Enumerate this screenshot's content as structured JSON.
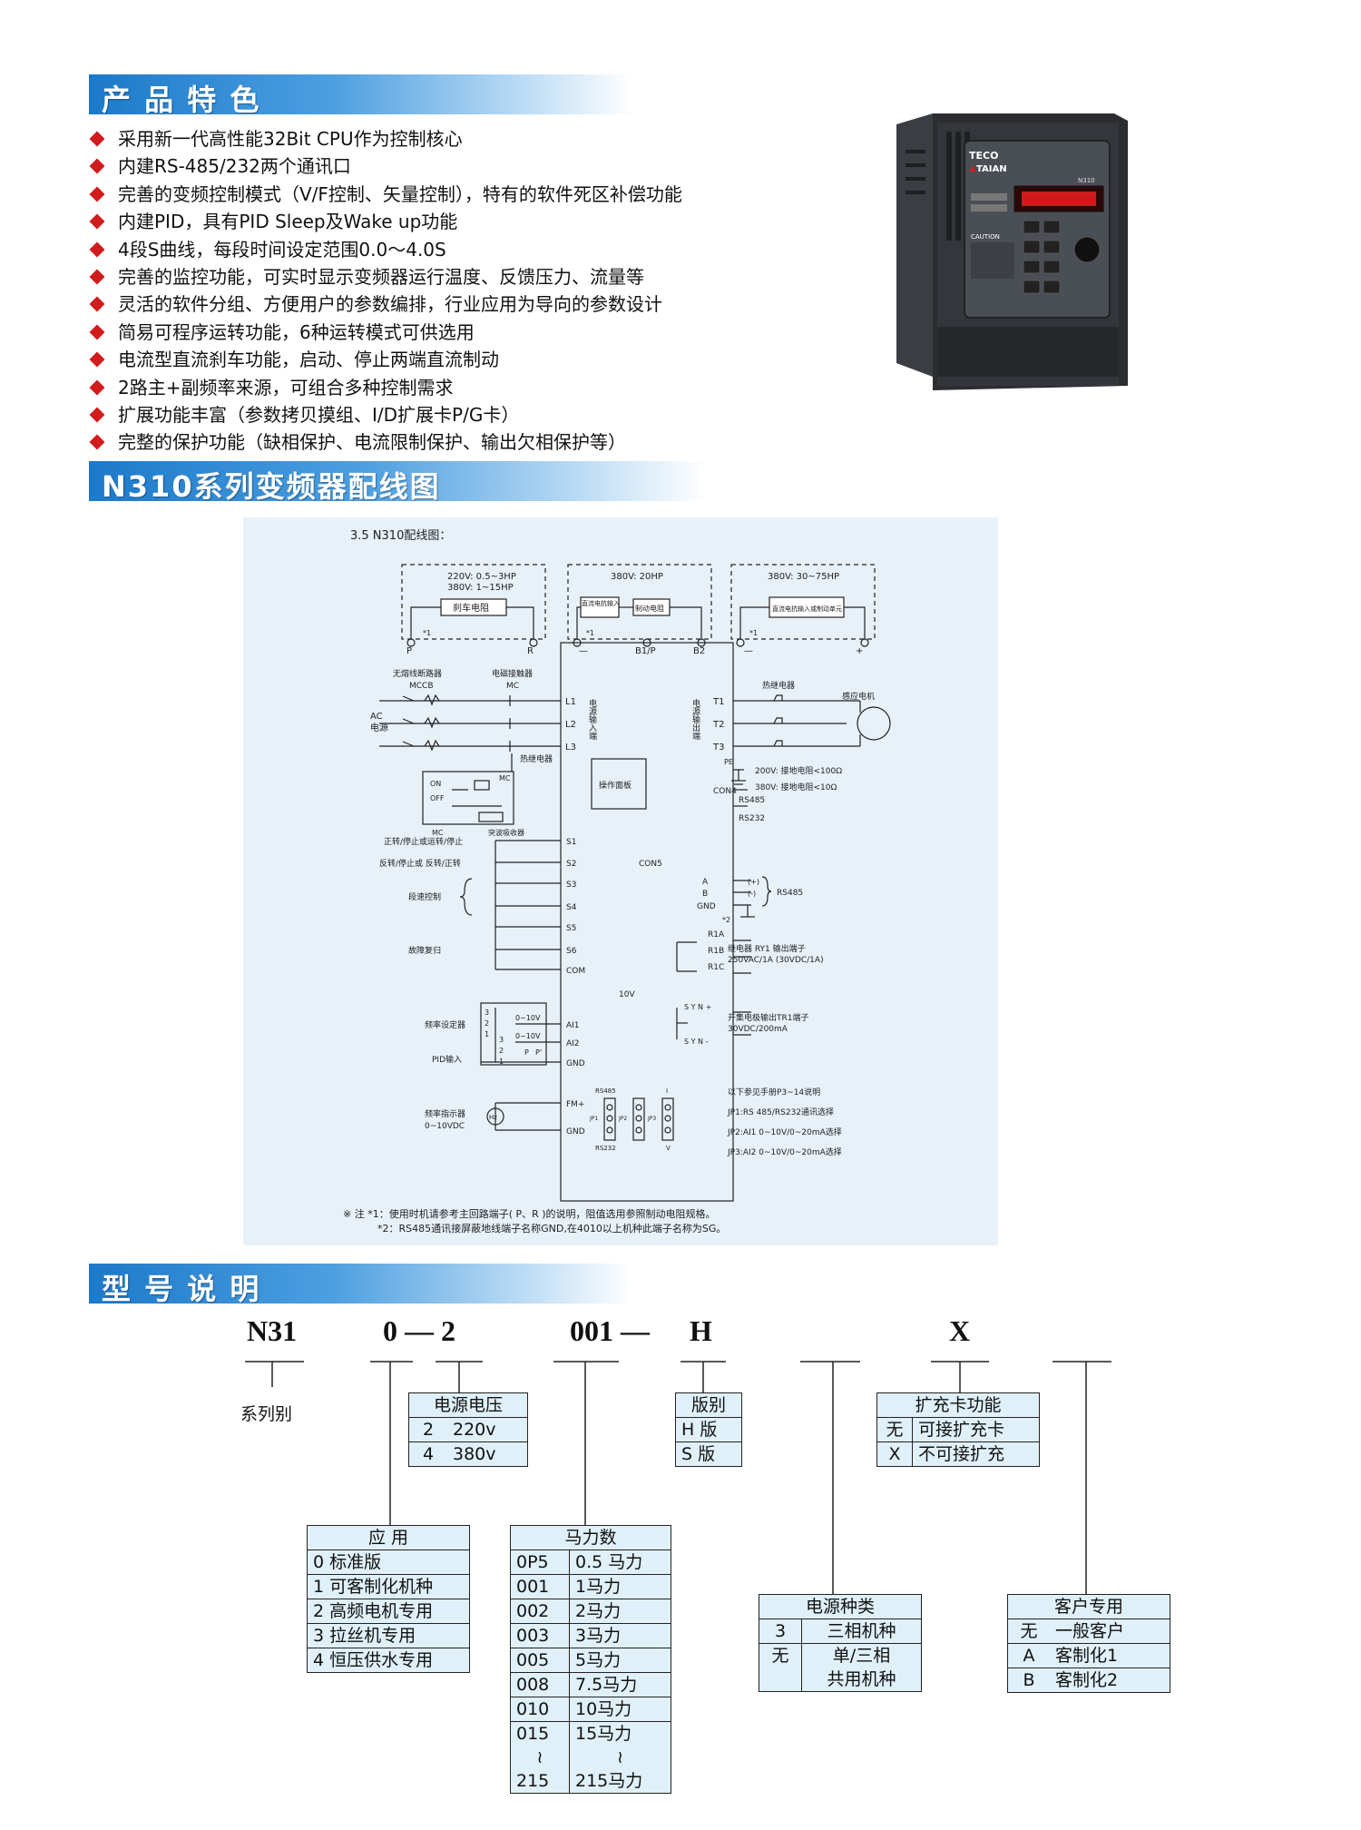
{
  "sections": {
    "features_title": "产 品 特 色",
    "wiring_title": "N310系列变频器配线图",
    "model_title": "型 号 说 明"
  },
  "features": [
    "采用新一代高性能32Bit CPU作为控制核心",
    "内建RS-485/232两个通讯口",
    "完善的变频控制模式（V/F控制、矢量控制），特有的软件死区补偿功能",
    "内建PID，具有PID Sleep及Wake up功能",
    "4段S曲线，每段时间设定范围0.0～4.0S",
    "完善的监控功能，可实时显示变频器运行温度、反馈压力、流量等",
    "灵活的软件分组、方便用户的参数编排，行业应用为导向的参数设计",
    "简易可程序运转功能，6种运转模式可供选用",
    "电流型直流刹车功能，启动、停止两端直流制动",
    "2路主+副频率来源，可组合多种控制需求",
    "扩展功能丰富（参数拷贝摸组、I/D扩展卡P/G卡）",
    "完整的保护功能（缺相保护、电流限制保护、输出欠相保护等）"
  ],
  "product": {
    "brand1": "TECO",
    "brand2": "TAIAN",
    "model": "N310",
    "caution": "CAUTION"
  },
  "diagram": {
    "heading": "3.5 N310配线图：",
    "box1": [
      "220V: 0.5~3HP",
      "380V: 1~15HP"
    ],
    "box1_part": "刹车电阻",
    "box2": "380V: 20HP",
    "box2_parts": [
      "直流电抗输入",
      "制动电阻"
    ],
    "box3": "380V: 30~75HP",
    "box3_part": "直流电抗输入或制动单元",
    "terminals_top": [
      "P",
      "R",
      "—",
      "B1/P",
      "B2",
      "—",
      "+"
    ],
    "note_mark": "*1",
    "mccb": [
      "无熔线断路器",
      "MCCB"
    ],
    "mc": [
      "电磁接触器",
      "MC"
    ],
    "ac": [
      "AC",
      "电源"
    ],
    "inputs": [
      "L1",
      "L2",
      "L3"
    ],
    "input_label": "电源输入端",
    "output_label": "电源输出端",
    "outputs": [
      "T1",
      "T2",
      "T3"
    ],
    "thermal": "热继电器",
    "motor": "感应电机",
    "thermal2": "热继电器",
    "onoff": [
      "ON",
      "OFF"
    ],
    "mc_label": "MC",
    "surge": "突波吸收器",
    "pe": "PE",
    "ground": [
      "200V: 接地电阻<100Ω",
      "380V: 接地电阻<10Ω"
    ],
    "panel": "操作面板",
    "con4": "CON4",
    "con5": "CON5",
    "rs485": "RS485",
    "rs232": "RS232",
    "s_labels": [
      "正转/停止或运转/停止",
      "反转/停止或 反转/正转",
      "段速控制",
      "故障复归"
    ],
    "s_terms": [
      "S1",
      "S2",
      "S3",
      "S4",
      "S5",
      "S6",
      "COM"
    ],
    "comm_terms": [
      "A",
      "B",
      "GND"
    ],
    "comm_signs": [
      "(+)",
      "(-)"
    ],
    "comm_label": "RS485",
    "mark2": "*2",
    "relay_terms": [
      "R1A",
      "R1B",
      "R1C"
    ],
    "relay_desc": [
      "继电器 RY1 输出端子",
      "250VAC/1A (30VDC/1A)"
    ],
    "v10": "10V",
    "syn": [
      "S Y N +",
      "S Y N -"
    ],
    "syn_desc": [
      "开集电极输出TR1端子",
      "30VDC/200mA"
    ],
    "ai_terms": [
      "AI1",
      "AI2",
      "GND"
    ],
    "freq_set": "频率设定器",
    "pid": "PID输入",
    "volt_ranges": [
      "0~10V",
      "0~10V"
    ],
    "pot_pins": [
      "3",
      "2",
      "1",
      "3",
      "2",
      "1"
    ],
    "p_labels": [
      "P",
      "P'"
    ],
    "fm_terms": [
      "FM+",
      "GND"
    ],
    "freq_ind": [
      "频率指示器",
      "0~10VDC"
    ],
    "hz": "Hz",
    "jp_labels": [
      "RS485",
      "I",
      "RS232",
      "V",
      "JP1",
      "JP2",
      "JP3"
    ],
    "jp_notes": [
      "以下参见手册P3~14说明",
      "JP1:RS 485/RS232通讯选择",
      "JP2:AI1 0~10V/0~20mA选择",
      "JP3:AI2 0~10V/0~20mA选择"
    ],
    "notes": [
      "※ 注 *1：使用时机请参考主回路端子( P、R )的说明，阻值选用参照制动电阻规格。",
      "*2：RS485通讯接屏蔽地线端子名称GND,在4010以上机种此端子名称为SG。"
    ]
  },
  "model": {
    "head": [
      "N31",
      "0 — 2",
      "001 —",
      "H",
      "X"
    ],
    "series_label": "系列别",
    "voltage": {
      "title": "电源电压",
      "rows": [
        [
          "2",
          "220v"
        ],
        [
          "4",
          "380v"
        ]
      ]
    },
    "version": {
      "title": "版别",
      "rows": [
        "H 版",
        "S 版"
      ]
    },
    "ext": {
      "title": "扩充卡功能",
      "rows": [
        [
          "无",
          "可接扩充卡"
        ],
        [
          "X",
          "不可接扩充"
        ]
      ]
    },
    "app": {
      "title": "应 用",
      "rows": [
        "0 标准版",
        "1 可客制化机种",
        "2 高频电机专用",
        "3 拉丝机专用",
        "4 恒压供水专用"
      ]
    },
    "hp": {
      "title": "马力数",
      "rows": [
        [
          "0P5",
          "0.5 马力"
        ],
        [
          "001",
          "1马力"
        ],
        [
          "002",
          "2马力"
        ],
        [
          "003",
          "3马力"
        ],
        [
          "005",
          "5马力"
        ],
        [
          "008",
          "7.5马力"
        ],
        [
          "010",
          "10马力"
        ],
        [
          "015",
          "15马力"
        ],
        [
          "≀",
          "≀"
        ],
        [
          "215",
          "215马力"
        ]
      ]
    },
    "power": {
      "title": "电源种类",
      "rows": [
        [
          "3",
          "三相机种"
        ],
        [
          "无",
          "单/三相"
        ],
        [
          "",
          "共用机种"
        ]
      ]
    },
    "customer": {
      "title": "客户专用",
      "rows": [
        [
          "无",
          "一般客户"
        ],
        [
          "A",
          "客制化1"
        ],
        [
          "B",
          "客制化2"
        ]
      ]
    }
  },
  "colors": {
    "accent": "#1c79c9",
    "bullet": "#d01c1c",
    "table_bg": "#dff0f8",
    "diagram_bg": "#e8f1f8"
  }
}
